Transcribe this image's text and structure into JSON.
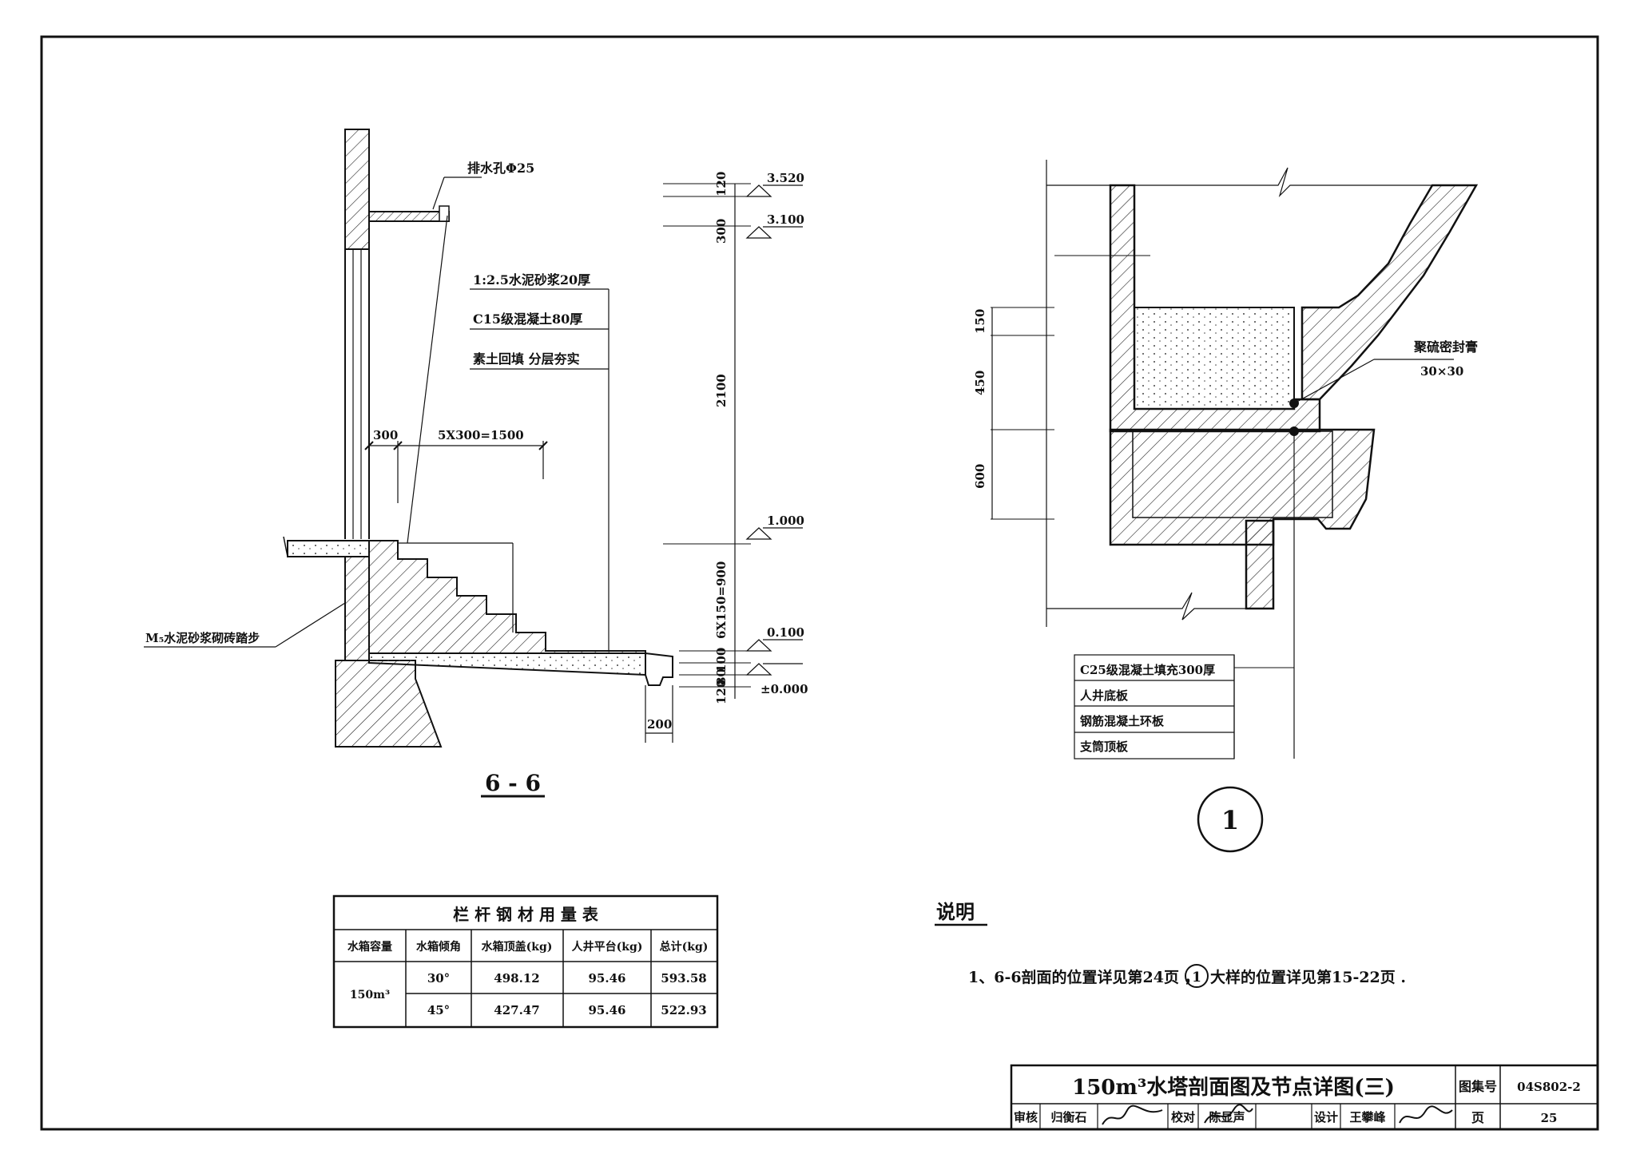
{
  "section_66": {
    "title": "6 - 6",
    "label_drain": "排水孔Φ25",
    "layers": [
      "1:2.5水泥砂浆20厚",
      "C15级混凝土80厚",
      "素土回填 分层夯实"
    ],
    "label_steps": "M₅水泥砂浆砌砖踏步",
    "dim_300": "300",
    "dim_steps": "5X300=1500",
    "dim_200": "200",
    "vertical_dims": [
      "120",
      "300",
      "2100",
      "6X150=900",
      "100",
      "80",
      "120"
    ],
    "elevations": [
      "3.520",
      "3.100",
      "1.000",
      "0.100",
      "±0.000"
    ]
  },
  "detail_1": {
    "marker": "1",
    "label_sealant": "聚硫密封膏",
    "label_sealant_size": "30×30",
    "vertical_dims": [
      "150",
      "450",
      "600"
    ],
    "layers": [
      "C25级混凝土填充300厚",
      "人井底板",
      "钢筋混凝土环板",
      "支筒顶板"
    ]
  },
  "table": {
    "title": "栏 杆 钢 材 用 量 表",
    "headers": [
      "水箱容量",
      "水箱倾角",
      "水箱顶盖(kg)",
      "人井平台(kg)",
      "总计(kg)"
    ],
    "capacity": "150m³",
    "rows": [
      [
        "30°",
        "498.12",
        "95.46",
        "593.58"
      ],
      [
        "45°",
        "427.47",
        "95.46",
        "522.93"
      ]
    ]
  },
  "notes": {
    "heading": "说明",
    "line_prefix": "1、6-6剖面的位置详见第24页 ，",
    "line_marker": "1",
    "line_suffix": " 大样的位置详见第15-22页 ."
  },
  "title_block": {
    "title": "150m³水塔剖面图及节点详图(三)",
    "atlas_label": "图集号",
    "atlas_no": "04S802-2",
    "page_label": "页",
    "page_no": "25",
    "review_label": "审核",
    "review_name": "归衡石",
    "check_label": "校对",
    "check_name": "陈显声",
    "design_label": "设计",
    "design_name": "王攀峰"
  }
}
